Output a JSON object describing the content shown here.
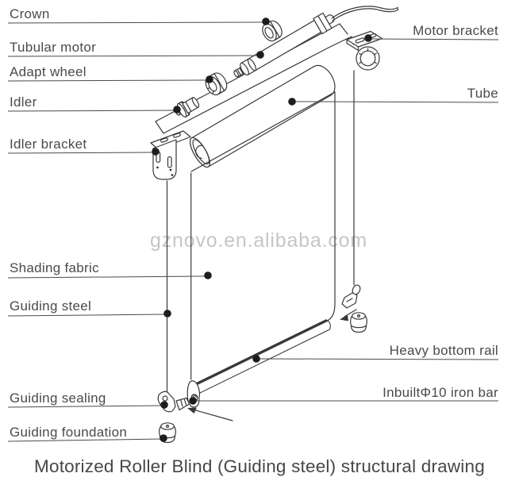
{
  "title": "Motorized Roller Blind (Guiding steel) structural drawing",
  "watermark": "gznovo.en.alibaba.com",
  "labels": {
    "crown": "Crown",
    "tubular_motor": "Tubular motor",
    "adapt_wheel": "Adapt wheel",
    "idler": "Idler",
    "idler_bracket": "Idler bracket",
    "shading_fabric": "Shading fabric",
    "guiding_steel": "Guiding steel",
    "guiding_sealing": "Guiding sealing",
    "guiding_foundation": "Guiding foundation",
    "motor_bracket": "Motor bracket",
    "tube": "Tube",
    "heavy_bottom_rail": "Heavy bottom rail",
    "inbuilt_iron_bar": "InbuiltΦ10 iron bar"
  },
  "colors": {
    "background": "#ffffff",
    "line": "#383838",
    "leader": "#4a4a4a",
    "dot": "#1d1d1d",
    "label_text": "#4a4a4a",
    "title_text": "#474747",
    "watermark": "#c6c6c6"
  }
}
